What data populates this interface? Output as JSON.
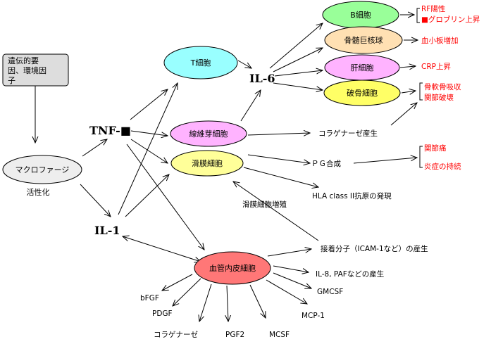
{
  "nodes": {
    "genetic": {
      "lines": [
        "遺伝的要",
        "因、環境因",
        "子"
      ]
    },
    "macrophage": {
      "label": "マクロファージ",
      "caption": "活性化"
    },
    "tnf": {
      "label": "TNF-■"
    },
    "il1": {
      "label": "IL-1"
    },
    "il6": {
      "label": "IL-6"
    },
    "tcell": {
      "label": "T細胞",
      "color": "#99ffff"
    },
    "fibroblast": {
      "label": "線維芽細胞",
      "color": "#ffb3ff"
    },
    "synovial": {
      "label": "滑膜細胞",
      "color": "#ffff99"
    },
    "endothelial": {
      "label": "血管内皮細胞",
      "color": "#ff7777"
    },
    "bcell": {
      "label": "B細胞",
      "color": "#99ff99"
    },
    "megakaryocyte": {
      "label": "骨髄巨核球",
      "color": "#ffe0b3"
    },
    "hepatocyte": {
      "label": "肝細胞",
      "color": "#ffb3ff"
    },
    "osteoclast": {
      "label": "破骨細胞",
      "color": "#ffff66"
    }
  },
  "texts": {
    "collagenase_prod": "コラゲナーゼ産生",
    "pg": "ＰＧ合成",
    "hla": "HLA class II抗原の発現",
    "synovial_prolif": "滑膜細胞増殖",
    "adhesion": "接着分子（ICAM-1など）の産生",
    "il8": "IL-8, PAFなどの産生",
    "gmcsf": "GMCSF",
    "mcp1": "MCP-1",
    "mcsf": "MCSF",
    "pgf2": "PGF2",
    "collagenase": "コラゲナーゼ",
    "pdgf": "PDGF",
    "bfgf": "bFGF"
  },
  "outcomes": {
    "rf": "RF陽性",
    "globulin": "■グロブリン上昇",
    "platelet": "血小板増加",
    "crp": "CRP上昇",
    "bone1": "骨軟骨吸収",
    "bone2": "関節破壊",
    "joint_pain": "関節痛",
    "inflammation": "炎症の持続"
  },
  "colors": {
    "outcome_red": "#ff0000",
    "genetic_box": "#dddddd",
    "macrophage": "#eeeeee"
  }
}
